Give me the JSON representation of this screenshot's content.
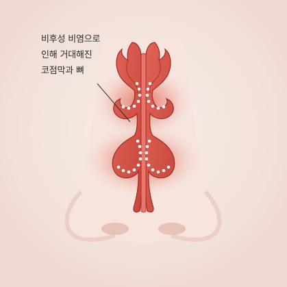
{
  "annotation": {
    "lines": [
      "비후성 비염으로",
      "인해 거대해진",
      "코점막과 뼈"
    ]
  },
  "colors": {
    "background": "#f3e2dc",
    "nose_skin": "#f8e6df",
    "nose_shadow": "#e8c9bf",
    "turbinate_fill": "#d9574c",
    "turbinate_outline": "#9a2c26",
    "mucosa_dots": "#ffffff",
    "inflammation_glow": "#e0473d"
  }
}
